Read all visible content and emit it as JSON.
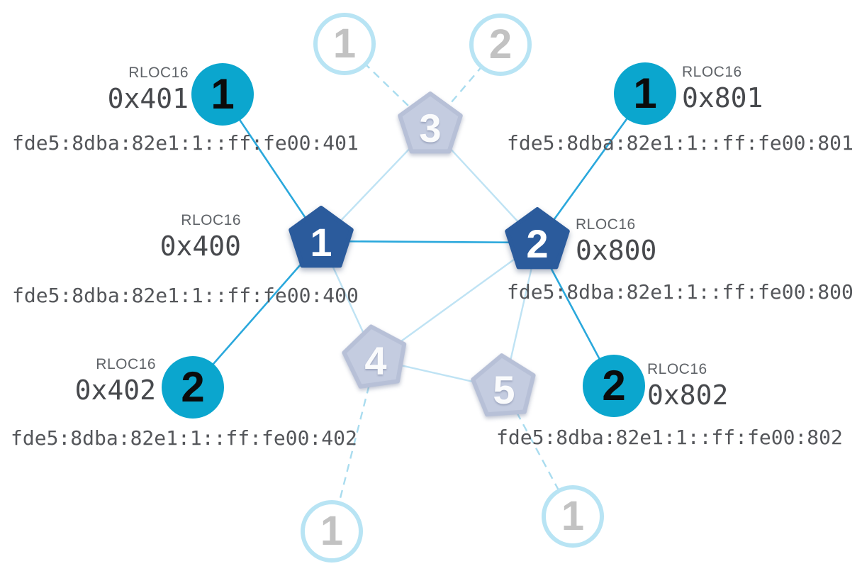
{
  "diagram": {
    "title_hint": "thread-network-topology",
    "rloc16_caption": "RLOC16",
    "colors": {
      "child_fill": "#0ba6ce",
      "route_link": "#2aa8dc",
      "mesh_link": "#bfe3f4",
      "parent_link_dashed": "#a9dcef",
      "router_active_fill": "#2b5b9c",
      "router_inactive_fill": "#c4cce0",
      "router_inactive_stroke": "#b7c0d7",
      "faded_ring": "#b8e4f4",
      "faded_number": "#c2c2c2",
      "rloc_label_text": "#5f6368",
      "rloc_value_text": "#47494d",
      "ipv6_text": "#54565a"
    },
    "nodes": {
      "router1": {
        "num": "1",
        "rloc16": "0x400",
        "ipv6": "fde5:8dba:82e1:1::ff:fe00:400"
      },
      "router2": {
        "num": "2",
        "rloc16": "0x800",
        "ipv6": "fde5:8dba:82e1:1::ff:fe00:800"
      },
      "router3": {
        "num": "3"
      },
      "router4": {
        "num": "4"
      },
      "router5": {
        "num": "5"
      },
      "child401": {
        "num": "1",
        "rloc16": "0x401",
        "ipv6": "fde5:8dba:82e1:1::ff:fe00:401"
      },
      "child402": {
        "num": "2",
        "rloc16": "0x402",
        "ipv6": "fde5:8dba:82e1:1::ff:fe00:402"
      },
      "child801": {
        "num": "1",
        "rloc16": "0x801",
        "ipv6": "fde5:8dba:82e1:1::ff:fe00:801"
      },
      "child802": {
        "num": "2",
        "rloc16": "0x802",
        "ipv6": "fde5:8dba:82e1:1::ff:fe00:802"
      },
      "fadedTop1": {
        "num": "1"
      },
      "fadedTop2": {
        "num": "2"
      },
      "fadedBottom1": {
        "num": "1"
      },
      "fadedBottom2": {
        "num": "1"
      }
    }
  }
}
